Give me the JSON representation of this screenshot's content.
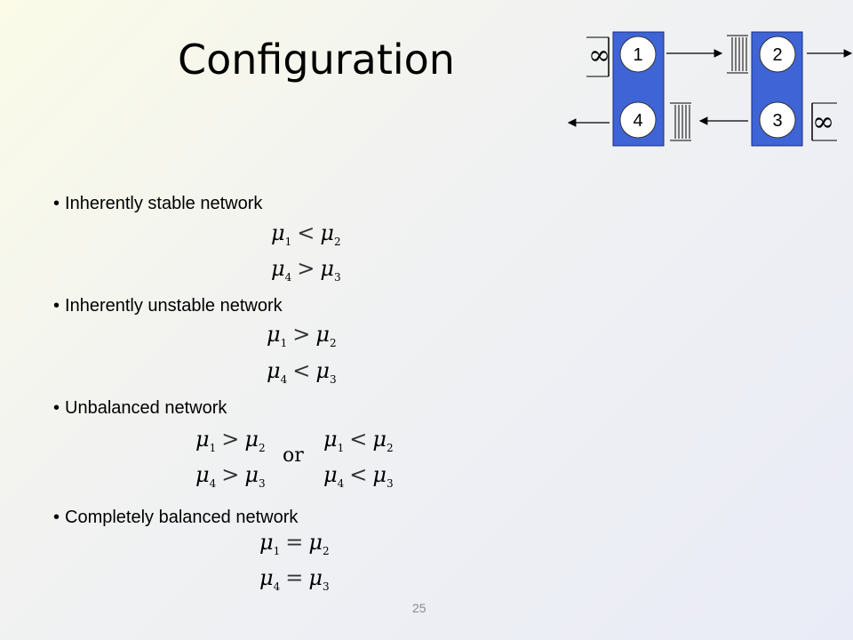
{
  "slide": {
    "title": "Configuration",
    "page_number": "25"
  },
  "diagram": {
    "node_labels": [
      "1",
      "2",
      "3",
      "4"
    ],
    "infinity_symbol": "∞"
  },
  "sections": [
    {
      "heading": "Inherently stable network",
      "formulas": [
        {
          "lhs": "μ",
          "lhs_sub": "1",
          "op": "<",
          "rhs": "μ",
          "rhs_sub": "2"
        },
        {
          "lhs": "μ",
          "lhs_sub": "4",
          "op": ">",
          "rhs": "μ",
          "rhs_sub": "3"
        }
      ]
    },
    {
      "heading": "Inherently unstable network",
      "formulas": [
        {
          "lhs": "μ",
          "lhs_sub": "1",
          "op": ">",
          "rhs": "μ",
          "rhs_sub": "2"
        },
        {
          "lhs": "μ",
          "lhs_sub": "4",
          "op": "<",
          "rhs": "μ",
          "rhs_sub": "3"
        }
      ]
    },
    {
      "heading": "Unbalanced network",
      "formulas": [
        {
          "lhs": "μ",
          "lhs_sub": "1",
          "op": ">",
          "rhs": "μ",
          "rhs_sub": "2"
        },
        {
          "lhs": "μ",
          "lhs_sub": "4",
          "op": ">",
          "rhs": "μ",
          "rhs_sub": "3"
        },
        {
          "lhs": "μ",
          "lhs_sub": "1",
          "op": "<",
          "rhs": "μ",
          "rhs_sub": "2"
        },
        {
          "lhs": "μ",
          "lhs_sub": "4",
          "op": "<",
          "rhs": "μ",
          "rhs_sub": "3"
        }
      ],
      "connector": "or"
    },
    {
      "heading": "Completely balanced network",
      "formulas": [
        {
          "lhs": "μ",
          "lhs_sub": "1",
          "op": "=",
          "rhs": "μ",
          "rhs_sub": "2"
        },
        {
          "lhs": "μ",
          "lhs_sub": "4",
          "op": "=",
          "rhs": "μ",
          "rhs_sub": "3"
        }
      ]
    }
  ],
  "bullet_char": "•"
}
